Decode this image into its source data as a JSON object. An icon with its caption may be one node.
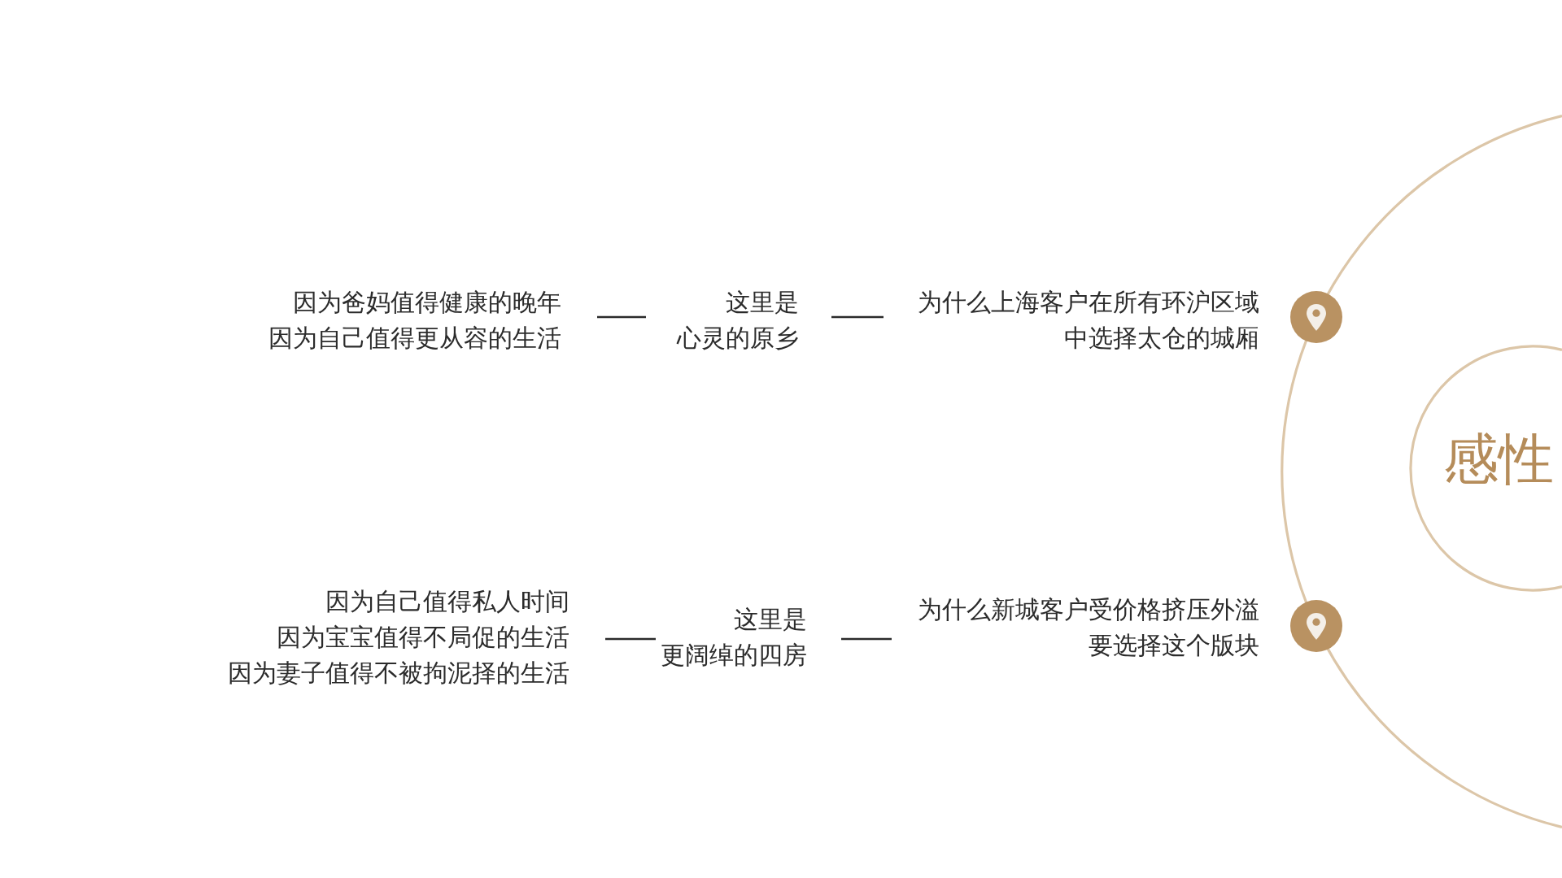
{
  "diagram": {
    "nodes": [
      {
        "text": [
          "因为爸妈值得健康的晚年",
          "因为自己值得更从容的生活"
        ]
      },
      {
        "text": [
          "这里是心灵的原乡"
        ]
      },
      {
        "text": [
          "为什么上海客户在所有环沪区域中选择太仓的城厢"
        ]
      },
      {
        "text": [
          "感性"
        ]
      },
      {
        "text": [
          "因为自己值得私人时间",
          "因为宝宝值得不局促的生活",
          "因为妻子值得不被拘泥择的生活"
        ]
      },
      {
        "text": [
          "这里是更阔绰的四房"
        ]
      },
      {
        "text": [
          "为什么新城客户受价格挤压外溢要选择这个版块"
        ]
      }
    ],
    "edges": [
      {
        "from": 0,
        "to": 1,
        "arrow": "none"
      },
      {
        "from": 1,
        "to": 2,
        "arrow": "none"
      },
      {
        "from": 4,
        "to": 5,
        "arrow": "none"
      },
      {
        "from": 5,
        "to": 6,
        "arrow": "none"
      }
    ]
  }
}
